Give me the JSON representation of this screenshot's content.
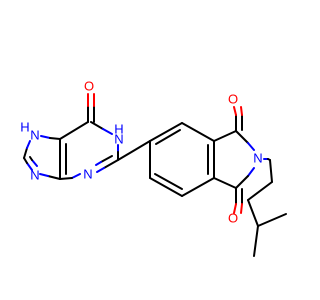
{
  "colors": {
    "carbon_bond": "#000000",
    "nitrogen": "#0000ff",
    "oxygen": "#ff0000",
    "background": "#ffffff"
  },
  "atoms": {
    "o_hypoxanthine": "O",
    "nh_n1": "H",
    "nh_n1_n": "N",
    "nh_n7": "H",
    "nh_n7_n": "N",
    "n_n9": "N",
    "n_n3": "N",
    "o_imide_top": "O",
    "n_imide": "N",
    "o_imide_bottom": "O"
  }
}
